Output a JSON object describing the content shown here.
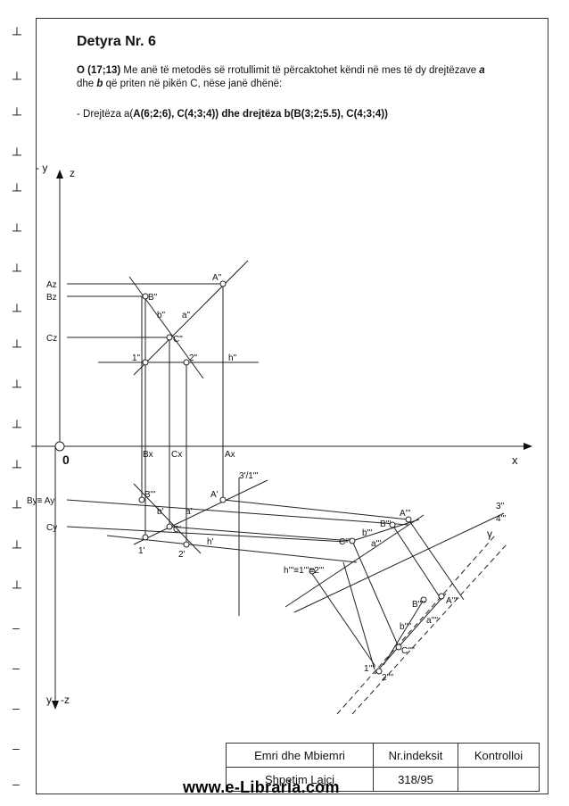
{
  "task": {
    "title": "Detyra Nr. 6",
    "coords": "O (17;13)",
    "text": "Me anë të metodës së rrotullimit të përcaktohet këndi në mes të dy drejtëzave",
    "a": "a",
    "dhe": "dhe",
    "b": "b",
    "text2": "që priten në pikën C, nëse janë dhënë:",
    "given_prefix": "- Drejtëza a(",
    "given_bold": "A(6;2;6), C(4;3;4)) dhe drejtëza b(B(3;2;5.5), C(4;3;4))"
  },
  "labels": {
    "axis_y_top": "- y",
    "axis_z_top": "z",
    "axis_x": "x",
    "origin": "0",
    "axis_y_bottom": "y",
    "axis_z_bottom": "-z",
    "Az": "Az",
    "Bz": "Bz",
    "Cz": "Cz",
    "Bx": "Bx",
    "Cx": "Cx",
    "Ax": "Ax",
    "By_Ay": "By≡ Ay",
    "Cy": "Cy",
    "A2": "A\"",
    "B2": "B\"",
    "C2": "C\"",
    "b2": "b\"",
    "a2": "a\"",
    "p1_2": "1\"",
    "p2_2": "2\"",
    "h2": "h\"",
    "B3": "B'''",
    "A1": "A'",
    "b1": "b'",
    "a1": "a'",
    "C1": "C'",
    "p1_1": "1'",
    "p2_1": "2'",
    "h1": "h'",
    "axis34": "3'/1'''",
    "A3": "A'''",
    "B3r": "B'''",
    "b3": "b'''",
    "a3": "a'''",
    "C3": "C'''",
    "h3": "h'''≡1'''≡2'''",
    "axis_3_4_top": "3''",
    "axis_3_4_bot": "4'''",
    "B4": "B''''",
    "A4": "A''''",
    "b4": "b''''",
    "a4": "a''''",
    "C4": "C''''",
    "p1_4": "1''''",
    "p2_4": "2''''",
    "gamma": "γ"
  },
  "table": {
    "col1_header": "Emri dhe Mbiemri",
    "col2_header": "Nr.indeksit",
    "col3_header": "Kontrolloi",
    "name": "Shpetim Lajci",
    "index": "318/95",
    "check": ""
  },
  "watermark": "www.e-Libraria.com"
}
